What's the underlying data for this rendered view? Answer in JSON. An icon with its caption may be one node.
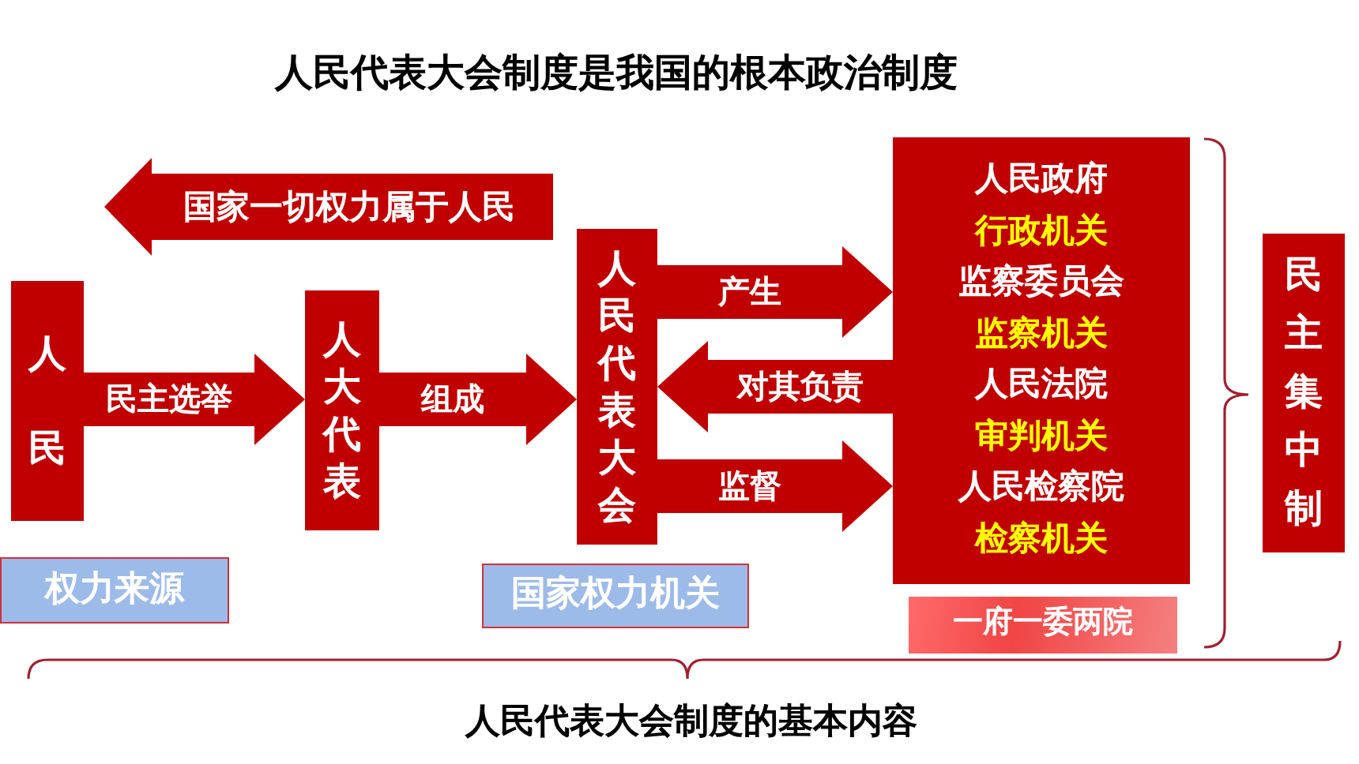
{
  "diagram": {
    "title": "人民代表大会制度是我国的根本政治制度",
    "caption": "人民代表大会制度的基本内容",
    "nodes": [
      {
        "text": [
          "国家一切权力属于人民"
        ]
      },
      {
        "text": [
          "人民"
        ]
      },
      {
        "text": [
          "人大代表"
        ]
      },
      {
        "text": [
          "人民代表大会"
        ]
      },
      {
        "text": [
          "人民政府",
          "行政机关",
          "监察委员会",
          "监察机关",
          "人民法院",
          "审判机关",
          "人民检察院",
          "检察机关"
        ]
      },
      {
        "text": [
          "民主集中制"
        ]
      },
      {
        "text": [
          "权力来源"
        ]
      },
      {
        "text": [
          "国家权力机关"
        ]
      },
      {
        "text": [
          "一府一委两院"
        ]
      }
    ],
    "edges": [
      {
        "from": 1,
        "to": 2,
        "arrow": "to",
        "label": "民主选举"
      },
      {
        "from": 2,
        "to": 3,
        "arrow": "to",
        "label": "组成"
      },
      {
        "from": 3,
        "to": 4,
        "arrow": "to",
        "label": "产生"
      },
      {
        "from": 4,
        "to": 3,
        "arrow": "to",
        "label": "对其负责"
      },
      {
        "from": 3,
        "to": 4,
        "arrow": "to",
        "label": "监督"
      }
    ]
  }
}
